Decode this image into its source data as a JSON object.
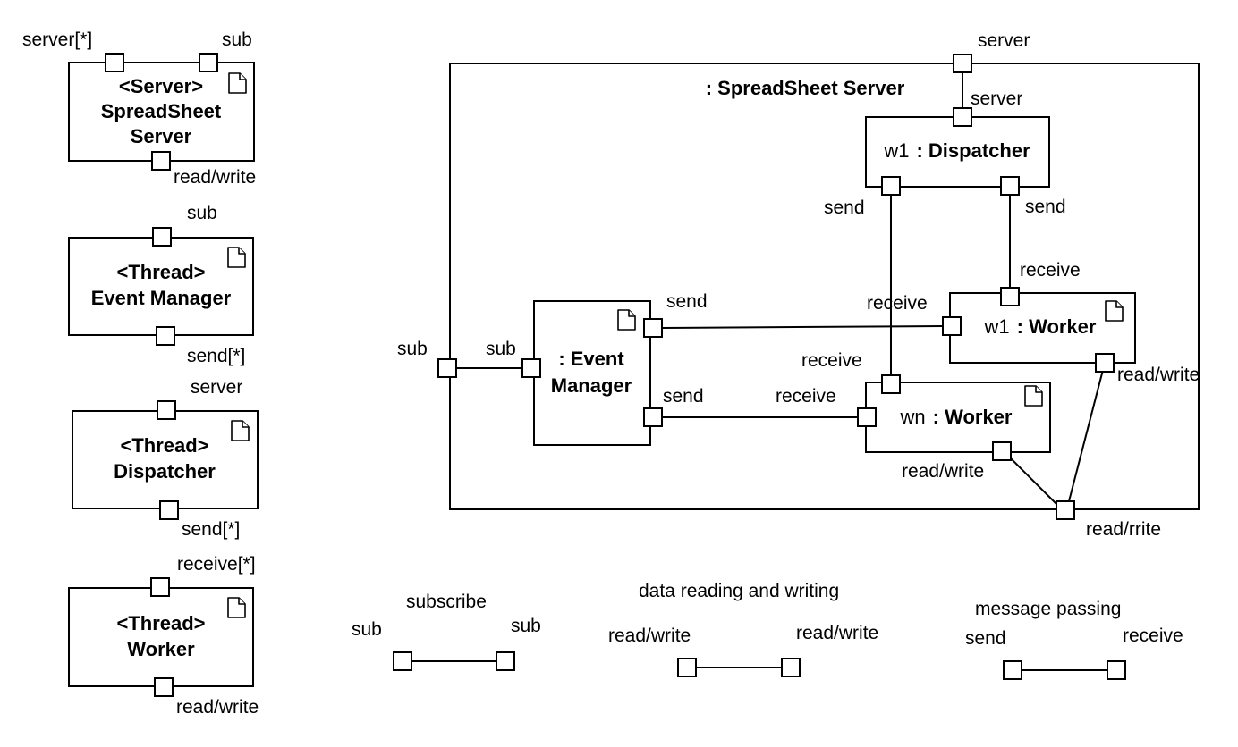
{
  "palette": {
    "stroke": "#000000",
    "fill": "#ffffff"
  },
  "legend_components": {
    "server": {
      "title_line1": "<Server>",
      "title_line2": "SpreadSheet",
      "title_line3": "Server",
      "port_server": "server[*]",
      "port_sub": "sub",
      "port_readwrite": "read/write",
      "icon": "document-icon"
    },
    "event_manager": {
      "title_line1": "<Thread>",
      "title_line2": "Event Manager",
      "port_sub": "sub",
      "port_send": "send[*]",
      "icon": "document-icon"
    },
    "dispatcher": {
      "title_line1": "<Thread>",
      "title_line2": "Dispatcher",
      "port_server": "server",
      "port_send": "send[*]",
      "icon": "document-icon"
    },
    "worker": {
      "title_line1": "<Thread>",
      "title_line2": "Worker",
      "port_receive": "receive[*]",
      "port_readwrite": "read/write",
      "icon": "document-icon"
    }
  },
  "composite": {
    "title": ": SpreadSheet Server",
    "outer_port_server": "server",
    "outer_port_sub": "sub",
    "outer_port_readwrite": "read/rrite",
    "dispatcher": {
      "instance": "w1",
      "type": ": Dispatcher",
      "port_server": "server",
      "port_send_left": "send",
      "port_send_right": "send"
    },
    "event_manager": {
      "line1": ": Event",
      "line2": "Manager",
      "port_sub": "sub",
      "port_send_top": "send",
      "port_send_bottom": "send"
    },
    "worker1": {
      "instance": "w1",
      "type": ": Worker",
      "port_receive_top": "receive",
      "port_receive_left": "receive",
      "port_readwrite": "read/write"
    },
    "workern": {
      "instance": "wn",
      "type": ": Worker",
      "port_receive_top": "receive",
      "port_receive_left": "receive",
      "port_readwrite": "read/write"
    }
  },
  "connector_legend": [
    {
      "title": "subscribe",
      "left": "sub",
      "right": "sub"
    },
    {
      "title": "data reading and writing",
      "left": "read/write",
      "right": "read/write"
    },
    {
      "title": "message passing",
      "left": "send",
      "right": "receive"
    }
  ]
}
